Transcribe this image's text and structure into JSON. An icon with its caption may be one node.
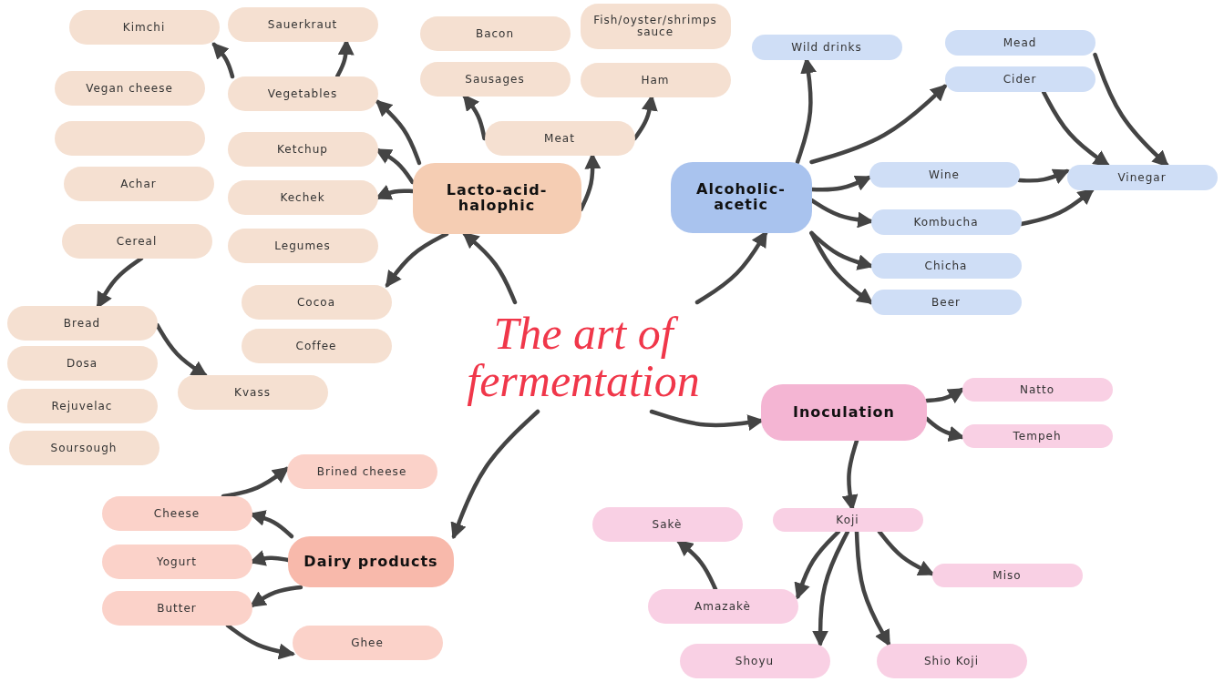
{
  "diagram": {
    "nodes": [
      {
        "text": [
          "The art of fermentation"
        ]
      },
      {
        "text": [
          "Lacto-acid-halophic"
        ]
      },
      {
        "text": [
          "Kimchi"
        ]
      },
      {
        "text": [
          "Sauerkraut"
        ]
      },
      {
        "text": [
          "Vegan cheese"
        ]
      },
      {
        "text": [
          "Vegetables"
        ]
      },
      {
        "text": [],
        "shape": "box"
      },
      {
        "text": [
          "Ketchup"
        ]
      },
      {
        "text": [
          "Achar"
        ]
      },
      {
        "text": [
          "Kechek"
        ]
      },
      {
        "text": [
          "Cereal"
        ]
      },
      {
        "text": [
          "Legumes"
        ]
      },
      {
        "text": [
          "Cocoa"
        ]
      },
      {
        "text": [
          "Coffee"
        ]
      },
      {
        "text": [
          "Bread"
        ]
      },
      {
        "text": [
          "Dosa"
        ]
      },
      {
        "text": [
          "Rejuvelac"
        ]
      },
      {
        "text": [
          "Soursough"
        ]
      },
      {
        "text": [
          "Kvass"
        ]
      },
      {
        "text": [
          "Bacon"
        ]
      },
      {
        "text": [
          "Fish/oyster/shrimps sauce"
        ]
      },
      {
        "text": [
          "Sausages"
        ]
      },
      {
        "text": [
          "Ham"
        ]
      },
      {
        "text": [
          "Meat"
        ]
      },
      {
        "text": [
          "Alcoholic-acetic"
        ]
      },
      {
        "text": [
          "Wild drinks"
        ]
      },
      {
        "text": [
          "Mead"
        ]
      },
      {
        "text": [
          "Cider"
        ]
      },
      {
        "text": [
          "Wine"
        ]
      },
      {
        "text": [
          "Kombucha"
        ]
      },
      {
        "text": [
          "Vinegar"
        ]
      },
      {
        "text": [
          "Chicha"
        ]
      },
      {
        "text": [
          "Beer"
        ]
      },
      {
        "text": [
          "Inoculation"
        ]
      },
      {
        "text": [
          "Natto"
        ]
      },
      {
        "text": [
          "Tempeh"
        ]
      },
      {
        "text": [
          "Koji"
        ]
      },
      {
        "text": [
          "Sakè"
        ]
      },
      {
        "text": [
          "Miso"
        ]
      },
      {
        "text": [
          "Amazakè"
        ]
      },
      {
        "text": [
          "Shoyu"
        ]
      },
      {
        "text": [
          "Shio Koji"
        ]
      },
      {
        "text": [
          "Brined cheese"
        ]
      },
      {
        "text": [
          "Cheese"
        ]
      },
      {
        "text": [
          "Dairy products"
        ]
      },
      {
        "text": [
          "Yogurt"
        ]
      },
      {
        "text": [
          "Butter"
        ]
      },
      {
        "text": [
          "Ghee"
        ]
      }
    ],
    "edges": [
      {
        "from": 0,
        "to": 1,
        "arrow": "to"
      },
      {
        "from": 0,
        "to": 24,
        "arrow": "to"
      },
      {
        "from": 0,
        "to": 33,
        "arrow": "to"
      },
      {
        "from": 0,
        "to": 44,
        "arrow": "to"
      },
      {
        "from": 1,
        "to": 5,
        "arrow": "to"
      },
      {
        "from": 1,
        "to": 7,
        "arrow": "to"
      },
      {
        "from": 1,
        "to": 9,
        "arrow": "to"
      },
      {
        "from": 1,
        "to": 12,
        "arrow": "to"
      },
      {
        "from": 1,
        "to": 23,
        "arrow": "to"
      },
      {
        "from": 5,
        "to": 2,
        "arrow": "to"
      },
      {
        "from": 5,
        "to": 3,
        "arrow": "to"
      },
      {
        "from": 23,
        "to": 21,
        "arrow": "to"
      },
      {
        "from": 23,
        "to": 22,
        "arrow": "to"
      },
      {
        "from": 10,
        "to": 14,
        "arrow": "to"
      },
      {
        "from": 14,
        "to": 18,
        "arrow": "to"
      },
      {
        "from": 24,
        "to": 25,
        "arrow": "to"
      },
      {
        "from": 24,
        "to": 27,
        "arrow": "to"
      },
      {
        "from": 24,
        "to": 28,
        "arrow": "to"
      },
      {
        "from": 24,
        "to": 29,
        "arrow": "to"
      },
      {
        "from": 24,
        "to": 31,
        "arrow": "to"
      },
      {
        "from": 24,
        "to": 32,
        "arrow": "to"
      },
      {
        "from": 26,
        "to": 30,
        "arrow": "to"
      },
      {
        "from": 27,
        "to": 30,
        "arrow": "to"
      },
      {
        "from": 28,
        "to": 30,
        "arrow": "to"
      },
      {
        "from": 29,
        "to": 30,
        "arrow": "to"
      },
      {
        "from": 33,
        "to": 34,
        "arrow": "to"
      },
      {
        "from": 33,
        "to": 35,
        "arrow": "to"
      },
      {
        "from": 33,
        "to": 36,
        "arrow": "to"
      },
      {
        "from": 36,
        "to": 38,
        "arrow": "to"
      },
      {
        "from": 36,
        "to": 39,
        "arrow": "to"
      },
      {
        "from": 36,
        "to": 40,
        "arrow": "to"
      },
      {
        "from": 36,
        "to": 41,
        "arrow": "to"
      },
      {
        "from": 39,
        "to": 37,
        "arrow": "to"
      },
      {
        "from": 44,
        "to": 43,
        "arrow": "to"
      },
      {
        "from": 44,
        "to": 45,
        "arrow": "to"
      },
      {
        "from": 44,
        "to": 46,
        "arrow": "to"
      },
      {
        "from": 43,
        "to": 42,
        "arrow": "to"
      },
      {
        "from": 46,
        "to": 47,
        "arrow": "to"
      }
    ]
  }
}
